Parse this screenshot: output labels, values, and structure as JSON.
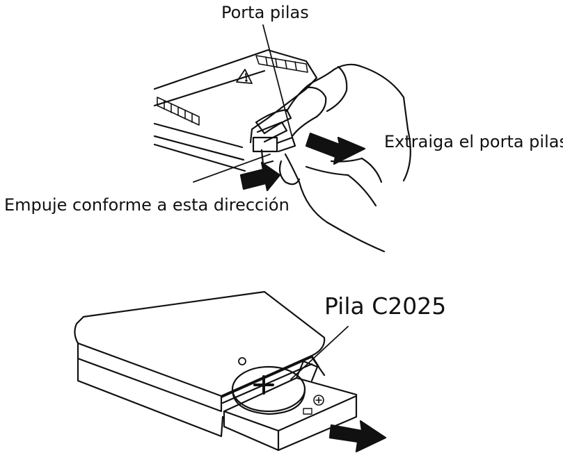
{
  "labels": {
    "battery_holder": "Porta pilas",
    "pull_out": "Extraiga el porta pilas",
    "push_direction": "Empuje conforme a esta dirección",
    "battery_type": "Pila C2025"
  },
  "icons": {
    "warning": "warning-triangle-icon",
    "push_arrow": "arrow-right-icon",
    "pull_arrow": "arrow-right-icon",
    "polarity": "plus-icon"
  },
  "colors": {
    "ink": "#111111",
    "background": "#ffffff"
  }
}
